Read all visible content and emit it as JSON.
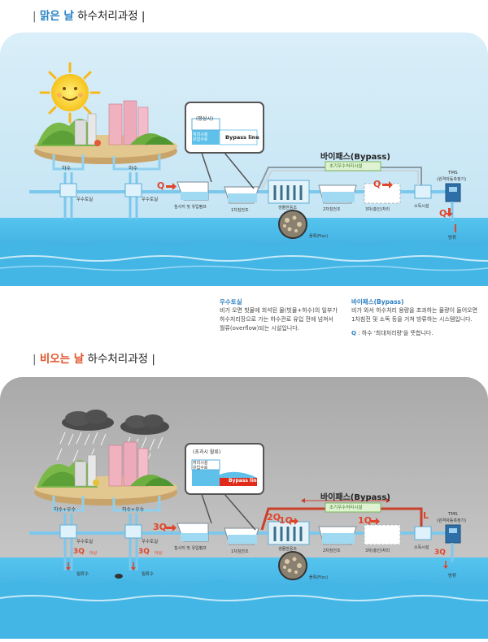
{
  "sunny": {
    "title_prefix": "| ",
    "title_highlight": "맑은 날",
    "title_rest": " 하수처리과정 |",
    "normal_box_heading": "(평상시)",
    "box_inflow_label_1": "처리시설",
    "box_inflow_label_2": "유입수로",
    "box_line_label": "Bypass line",
    "bypass_title": "바이패스(Bypass)",
    "early_rain_facility": "초기우수처리시설",
    "pipe_label_left": "하수",
    "pipe_label_right": "하수",
    "chamber_left": "우수토실",
    "chamber_right": "우수토실",
    "q_main": "Q",
    "q_after_primary": "Q",
    "q_discharge": "Q",
    "facilities": [
      "침사지 및 유입펌프",
      "1차침전조",
      "생물반응조",
      "2차침전조",
      "3차(총인)처리",
      "소독시설"
    ],
    "floc_label": "플록(Floc)",
    "tms_label": "TMS",
    "tms_sub": "(원격자동측정기)",
    "discharge_label": "방류"
  },
  "explanations": {
    "chamber_title": "우수토실",
    "chamber_text": [
      "비가 오면 빗물에 희석된 물(빗물+하수)의 일부가",
      "하수처리장으로 가는 하수관로 유입 전에 넘쳐서",
      "월류(overflow)되는 시설입니다."
    ],
    "bypass_title": "바이패스(Bypass)",
    "bypass_text": [
      "비가 와서 하수처리 용량을 초과하는 물량이 들어오면",
      "1차침전 및 소독 등을 거쳐 방류하는 시스템입니다."
    ],
    "q_key": "Q",
    "q_text": " : 하수 '최대처리량'을 뜻합니다."
  },
  "rainy": {
    "title_prefix": "| ",
    "title_highlight": "비오는 날",
    "title_rest": " 하수처리과정 |",
    "overflow_box_heading": "(초과시 월류)",
    "box_inflow_label_1": "처리시설",
    "box_inflow_label_2": "유입수로",
    "box_line_label": "Bypass line",
    "bypass_title": "바이패스(Bypass)",
    "early_rain_facility": "초기우수처리시설",
    "pipe_label_left": "하수+우수",
    "pipe_label_right": "하수+우수",
    "chamber_left": "우수토실",
    "chamber_right": "우수토실",
    "flow_inlet": "3Q",
    "flow_bypass": "2Q",
    "flow_bio": "1Q",
    "flow_after_secondary": "1Q",
    "flow_bypass_return": "L",
    "overflow_left": "3Q",
    "overflow_left_suffix": "이상",
    "overflow_right": "3Q",
    "overflow_right_suffix": "이상",
    "overflow_water_left": "월류수",
    "overflow_water_right": "월류수",
    "q_discharge": "3Q",
    "facilities": [
      "침사지 및 유입펌프",
      "1차침전조",
      "생물반응조",
      "2차침전조",
      "3차(총인)처리",
      "소독시설"
    ],
    "floc_label": "플록(Floc)",
    "tms_label": "TMS",
    "tms_sub": "(원격자동측정기)",
    "discharge_label": "방류"
  },
  "colors": {
    "sky_sunny": "#cfe8f5",
    "sky_rainy": "#b8b8b8",
    "water": "#3aaee0",
    "flow_red": "#e0442a",
    "bypass_red": "#c8402a",
    "pipe_blue": "#8ad0ee",
    "accent_blue": "#2e7fc2"
  }
}
